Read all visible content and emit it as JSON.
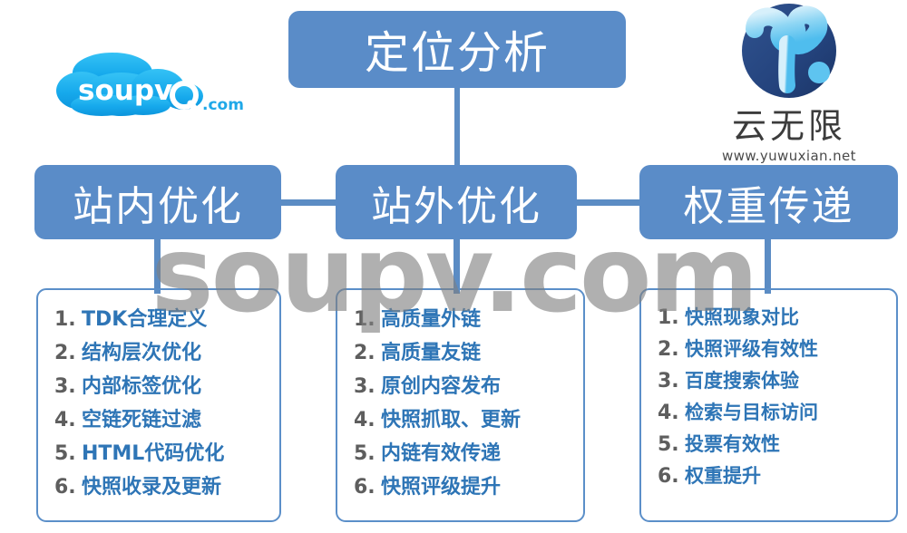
{
  "diagram": {
    "root": {
      "label": "定位分析"
    },
    "branches": [
      {
        "key": "onsite",
        "label": "站内优化",
        "items": [
          {
            "num": "1.",
            "text": "TDK合理定义"
          },
          {
            "num": "2.",
            "text": "结构层次优化"
          },
          {
            "num": "3.",
            "text": "内部标签优化"
          },
          {
            "num": "4.",
            "text": "空链死链过滤"
          },
          {
            "num": "5.",
            "text": "HTML代码优化"
          },
          {
            "num": "6.",
            "text": "快照收录及更新"
          }
        ]
      },
      {
        "key": "offsite",
        "label": "站外优化",
        "items": [
          {
            "num": "1.",
            "text": "高质量外链"
          },
          {
            "num": "2.",
            "text": "高质量友链"
          },
          {
            "num": "3.",
            "text": "原创内容发布"
          },
          {
            "num": "4.",
            "text": "快照抓取、更新"
          },
          {
            "num": "5.",
            "text": "内链有效传递"
          },
          {
            "num": "6.",
            "text": "快照评级提升"
          }
        ]
      },
      {
        "key": "weight",
        "label": "权重传递",
        "items": [
          {
            "num": "1.",
            "text": "快照现象对比"
          },
          {
            "num": "2.",
            "text": "快照评级有效性"
          },
          {
            "num": "3.",
            "text": "百度搜索体验"
          },
          {
            "num": "4.",
            "text": "检索与目标访问"
          },
          {
            "num": "5.",
            "text": "投票有效性"
          },
          {
            "num": "6.",
            "text": "权重提升"
          }
        ]
      }
    ]
  },
  "watermark": {
    "text": "soupv.com"
  },
  "logo_left": {
    "icon": "cloud-search-logo",
    "wordmark": "soupv",
    "suffix": ".com"
  },
  "logo_right": {
    "icon": "yuwuxian-sphere-logo",
    "name": "云无限",
    "url": "www.yuwuxian.net"
  },
  "colors": {
    "node_blue": "#5a8cc8",
    "panel_border": "#5b8fc9",
    "list_text": "#2e75b6",
    "list_number": "#5e5e5e",
    "watermark_gray": "#808080",
    "logo_left_cloud": "#1eaef0",
    "logo_right_sphere": "#2a4f8f"
  }
}
